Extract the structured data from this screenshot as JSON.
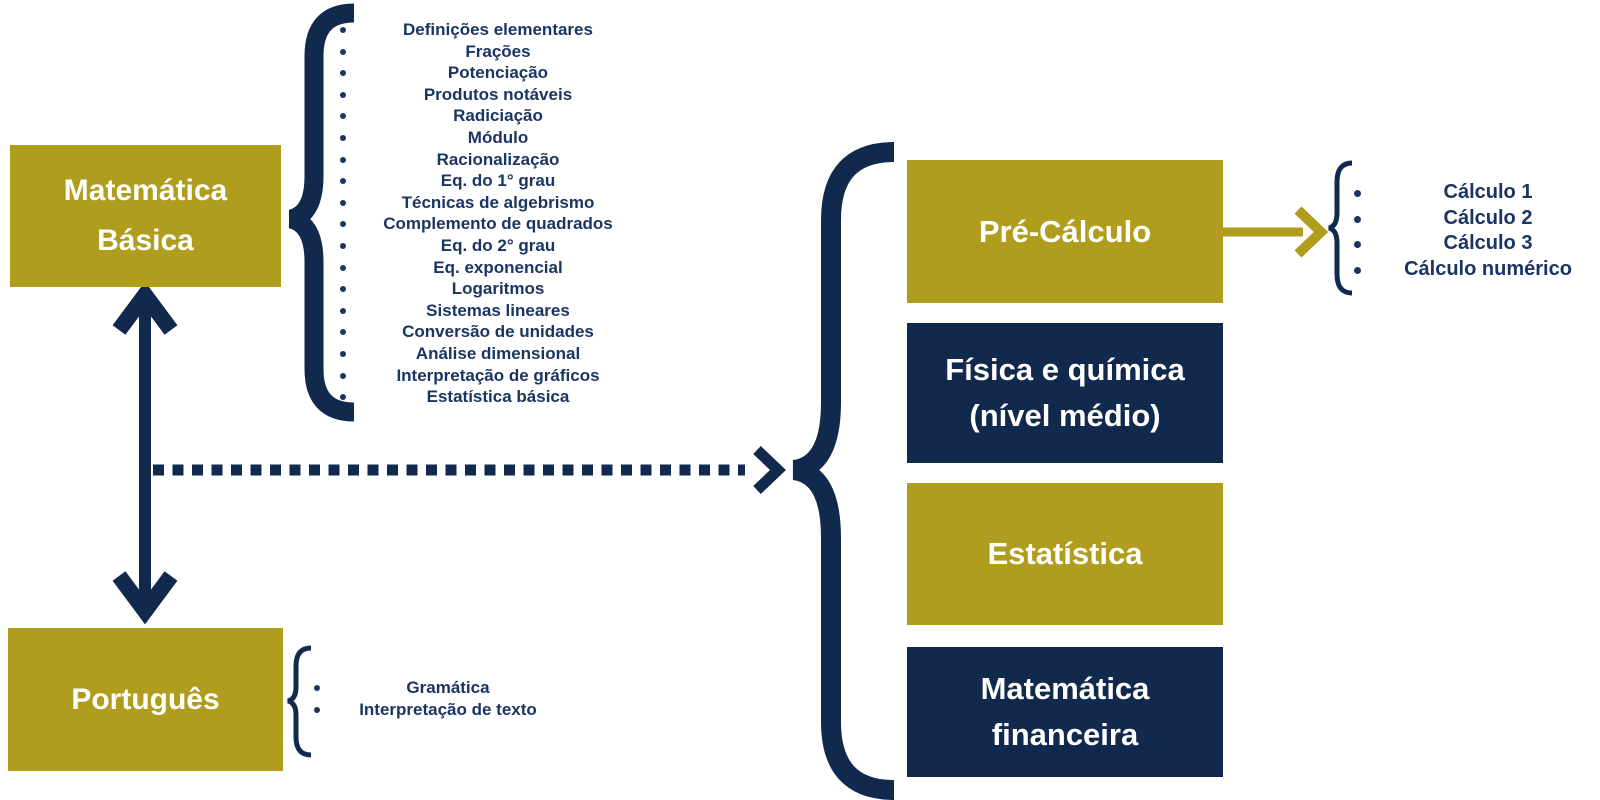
{
  "colors": {
    "gold": "#B19D1D",
    "navy": "#12294E",
    "list_text": "#1B3563",
    "background": "#FFFFFF"
  },
  "left_column": {
    "matematica_basica": {
      "lines": [
        "Matemática",
        "Básica"
      ]
    },
    "matematica_topics": [
      "Definições elementares",
      "Frações",
      "Potenciação",
      "Produtos notáveis",
      "Radiciação",
      "Módulo",
      "Racionalização",
      "Eq. do 1° grau",
      "Técnicas de algebrismo",
      "Complemento de quadrados",
      "Eq. do 2° grau",
      "Eq. exponencial",
      "Logaritmos",
      "Sistemas lineares",
      "Conversão de unidades",
      "Análise dimensional",
      "Interpretação de gráficos",
      "Estatística básica"
    ],
    "portugues": {
      "lines": [
        "Português"
      ]
    },
    "portugues_topics": [
      "Gramática",
      "Interpretação de texto"
    ]
  },
  "right_column": {
    "boxes": [
      {
        "id": "pre-calculo",
        "style": "gold",
        "lines": [
          "Pré-Cálculo"
        ]
      },
      {
        "id": "fisica-quimica",
        "style": "navy",
        "lines": [
          "Física e química",
          "(nível médio)"
        ]
      },
      {
        "id": "estatistica",
        "style": "gold",
        "lines": [
          "Estatística"
        ]
      },
      {
        "id": "matematica-financeira",
        "style": "navy",
        "lines": [
          "Matemática",
          "financeira"
        ]
      }
    ],
    "calculo_topics": [
      "Cálculo 1",
      "Cálculo 2",
      "Cálculo 3",
      "Cálculo numérico"
    ]
  }
}
